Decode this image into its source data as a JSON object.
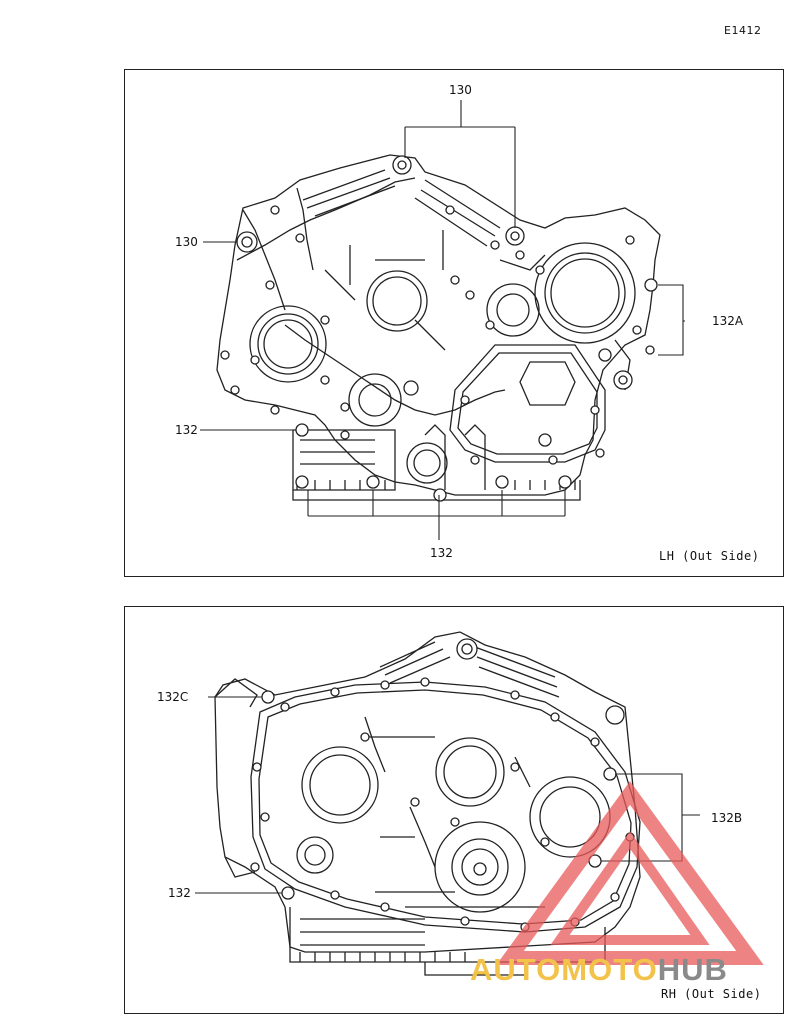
{
  "page": {
    "code": "E1412"
  },
  "lh_view": {
    "label": "LH (Out Side)",
    "callouts": {
      "c130_top": "130",
      "c130_left": "130",
      "c132a": "132A",
      "c132_left": "132",
      "c132_bottom": "132"
    }
  },
  "rh_view": {
    "label": "RH (Out Side)",
    "callouts": {
      "c132c": "132C",
      "c132b": "132B",
      "c132_left": "132"
    }
  },
  "watermark": {
    "part_auto": "AUTO",
    "part_moto": "MOTO",
    "part_hub": "HUB",
    "colors": {
      "triangle": "#e85a5a",
      "auto_moto": "#f3c24a",
      "hub": "#8a8a8a"
    }
  }
}
